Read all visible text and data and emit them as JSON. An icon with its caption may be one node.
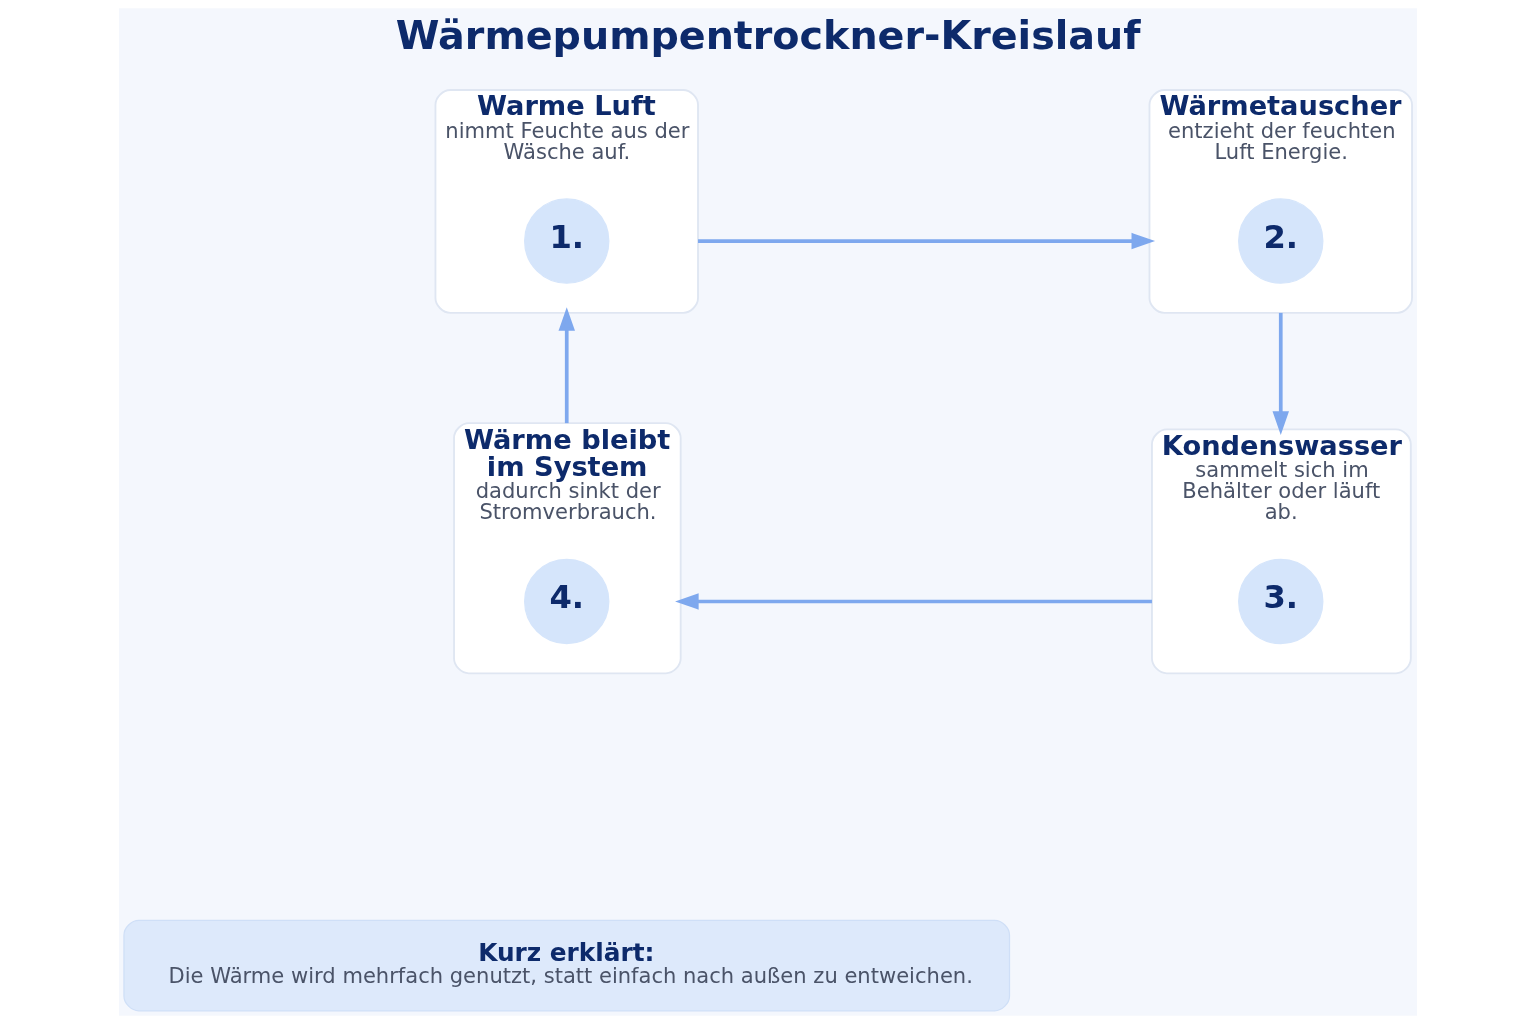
{
  "diagram": {
    "title": "Wärmepumpentrockner-Kreislauf",
    "nodes": [
      {
        "text": [
          "Warme Luft",
          "nimmt Feuchte aus der Wäsche auf."
        ]
      },
      {
        "text": [
          "1."
        ],
        "in": 0
      },
      {
        "text": [
          "Wärmetauscher",
          "entzieht der feuchten Luft Energie."
        ]
      },
      {
        "text": [
          "2."
        ],
        "in": 2
      },
      {
        "text": [
          "Kondenswasser",
          "sammelt sich im Behälter oder läuft ab."
        ]
      },
      {
        "text": [
          "3."
        ],
        "in": 4
      },
      {
        "text": [
          "Wärme bleibt im System",
          "dadurch sinkt der Stromverbrauch."
        ]
      },
      {
        "text": [
          "4."
        ],
        "in": 6
      },
      {
        "text": [
          "Kurz erklärt:",
          "Die Wärme wird mehrfach genutzt, statt einfach nach außen zu entweichen."
        ]
      }
    ],
    "edges": [
      {
        "from": 0,
        "to": 2,
        "arrow": "to"
      },
      {
        "from": 2,
        "to": 4,
        "arrow": "to"
      },
      {
        "from": 4,
        "to": 6,
        "arrow": "to"
      },
      {
        "from": 6,
        "to": 0,
        "arrow": "to"
      }
    ]
  }
}
